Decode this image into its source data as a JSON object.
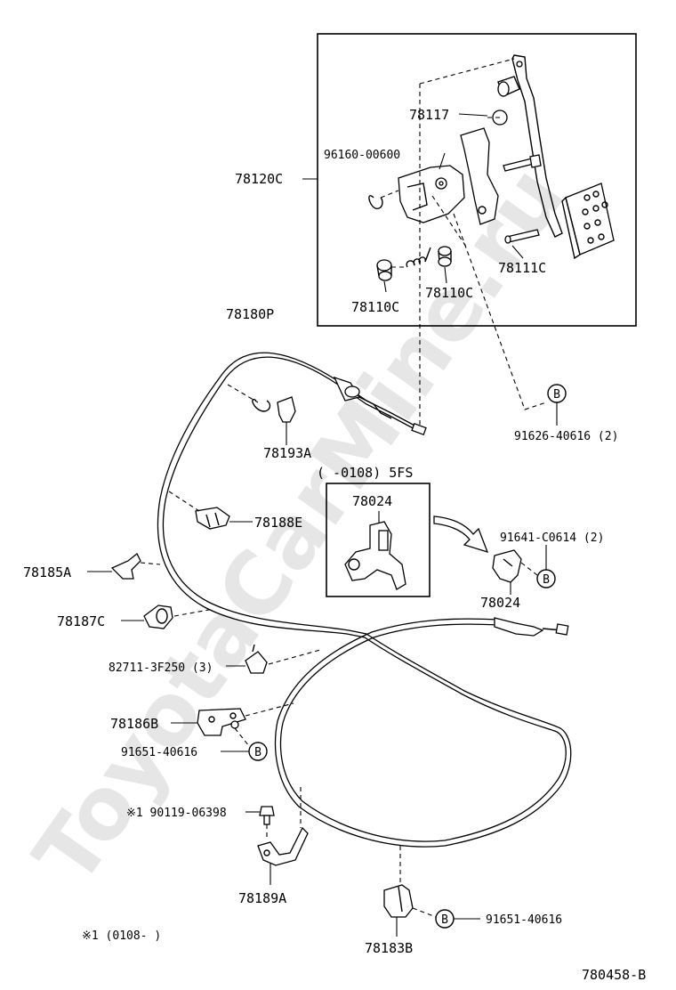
{
  "watermark": "ToyotaCarMine.ru",
  "diagram_id": "780458-B",
  "labels": {
    "p78117": "78117",
    "p96160": "96160-00600",
    "p78120c": "78120C",
    "p78111c": "78111C",
    "p78110c_a": "78110C",
    "p78110c_b": "78110C",
    "p78180p": "78180P",
    "p91626": "91626-40616 (2)",
    "p78193a": "78193A",
    "variant_note": "(    -0108) 5FS",
    "p78024_box": "78024",
    "p78188e": "78188E",
    "p91641": "91641-C0614 (2)",
    "p78185a": "78185A",
    "p78024": "78024",
    "p78187c": "78187C",
    "p82711": "82711-3F250 (3)",
    "p78186b": "78186B",
    "p91651_a": "91651-40616",
    "p90119": "※1 90119-06398",
    "p78189a": "78189A",
    "p91651_b": "91651-40616",
    "p78183b": "78183B",
    "footnote": "※1 (0108-      )"
  },
  "callout_marker": "B"
}
